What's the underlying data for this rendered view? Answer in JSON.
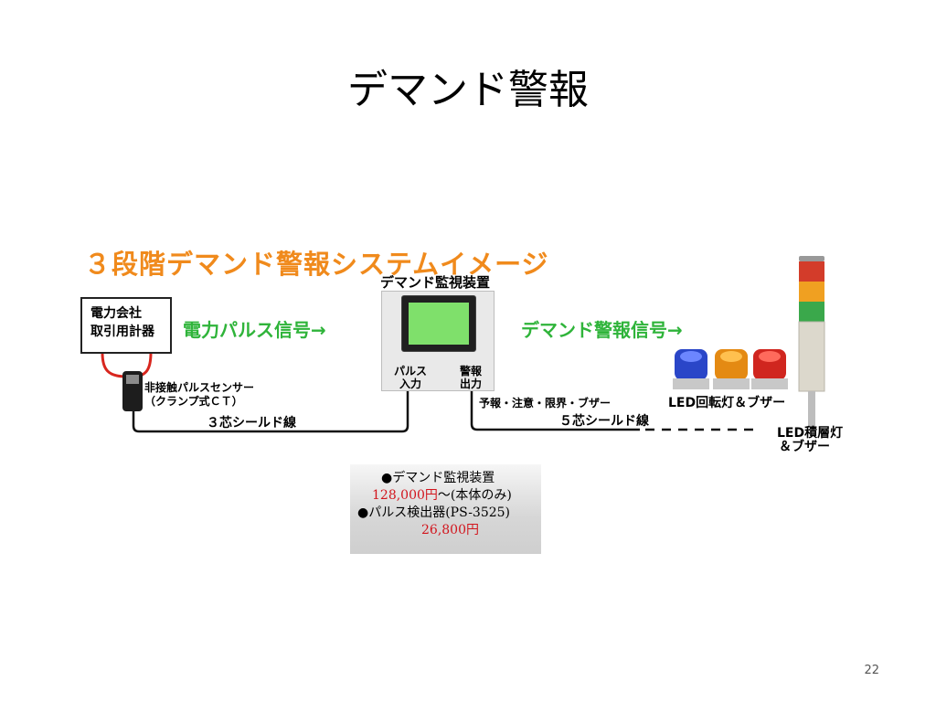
{
  "slide": {
    "title": "デマンド警報",
    "page_number": "22"
  },
  "diagram": {
    "title": "３段階デマンド警報システムイメージ",
    "meter": {
      "line1": "電力会社",
      "line2": "取引用計器"
    },
    "power_signal": "電力パルス信号→",
    "alarm_signal": "デマンド警報信号→",
    "device": {
      "label": "デマンド監視装置",
      "port_in": "パルス\n入力",
      "port_out": "警報\n出力"
    },
    "sensor": {
      "line1": "非接触パルスセンサー",
      "line2": "（クランプ式ＣＴ）"
    },
    "cable_left": "３芯シールド線",
    "output_kinds": "予報・注意・限界・ブザー",
    "cable_right": "５芯シールド線",
    "rotating_light": "LED回転灯＆ブザー",
    "stack_light": {
      "line1": "LED積層灯",
      "line2": "＆ブザー"
    }
  },
  "prices": {
    "item1": "●デマンド監視装置",
    "price1": "128,000円",
    "price1_suffix": "～(本体のみ)",
    "item2": "●パルス検出器(PS-3525)",
    "price2": "26,800円"
  },
  "colors": {
    "accent_orange": "#f08a1c",
    "signal_green": "#2fb43a",
    "price_red": "#d2151d"
  }
}
